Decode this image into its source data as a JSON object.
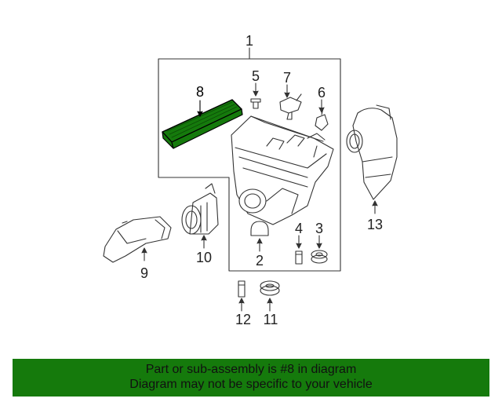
{
  "callouts": {
    "c1": "1",
    "c2": "2",
    "c3": "3",
    "c4": "4",
    "c5": "5",
    "c6": "6",
    "c7": "7",
    "c8": "8",
    "c9": "9",
    "c10": "10",
    "c11": "11",
    "c12": "12",
    "c13": "13"
  },
  "banner": {
    "line1": "Part or sub-assembly is #8 in diagram",
    "line2": "Diagram may not be specific to your vehicle"
  },
  "colors": {
    "highlight": "#157a0c",
    "line": "#333333"
  }
}
